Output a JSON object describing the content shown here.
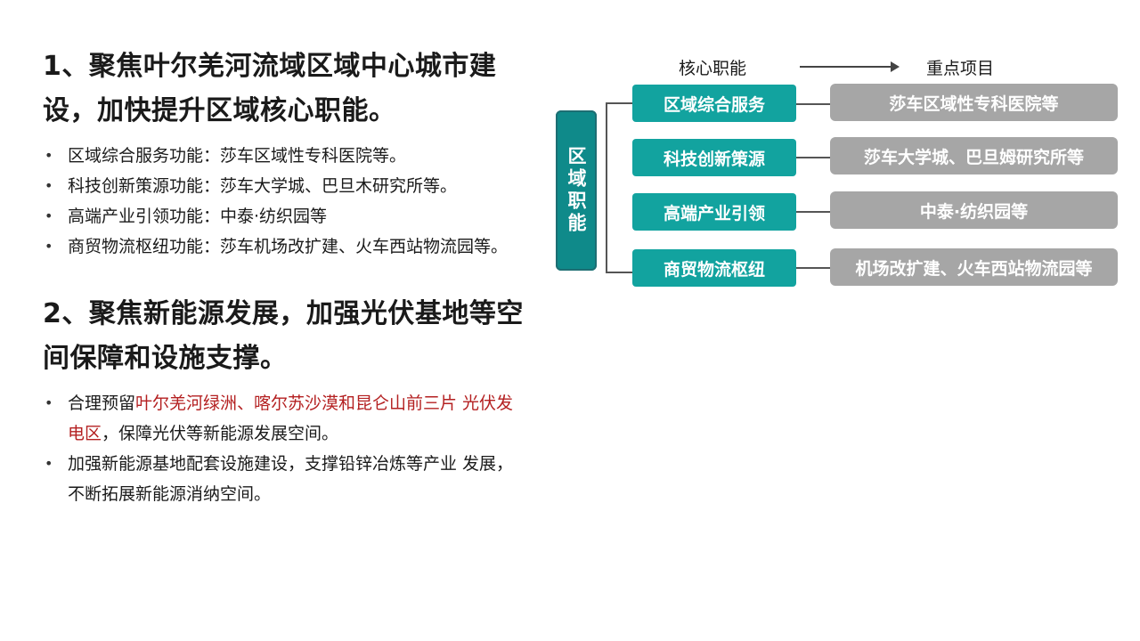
{
  "section1": {
    "heading": "1、聚焦叶尔羌河流域区域中心城市建设，加快提升区域核心职能。",
    "bullets": [
      "区域综合服务功能：莎车区域性专科医院等。",
      "科技创新策源功能：莎车大学城、巴旦木研究所等。",
      "高端产业引领功能：中泰·纺织园等",
      "商贸物流枢纽功能：莎车机场改扩建、火车西站物流园等。"
    ]
  },
  "section2": {
    "heading": "2、聚焦新能源发展，加强光伏基地等空间保障和设施支撑。",
    "bullet1": {
      "prefix": "合理预留",
      "highlight": "叶尔羌河绿洲、喀尔苏沙漠和昆仑山前三片 光伏发电区",
      "suffix": "，保障光伏等新能源发展空间。"
    },
    "bullet2": "加强新能源基地配套设施建设，支撑铅锌冶炼等产业 发展，不断拓展新能源消纳空间。"
  },
  "diagram": {
    "left_header": "核心职能",
    "right_header": "重点项目",
    "root_label": "区域职能",
    "functions": [
      "区域综合服务",
      "科技创新策源",
      "高端产业引领",
      "商贸物流枢纽"
    ],
    "projects": [
      "莎车区域性专科医院等",
      "莎车大学城、巴旦姆研究所等",
      "中泰·纺织园等",
      "机场改扩建、火车西站物流园等"
    ]
  },
  "colors": {
    "teal": "#12a39f",
    "dark_teal": "#0f8a8a",
    "gray": "#a6a6a6",
    "highlight_red": "#b42021"
  }
}
